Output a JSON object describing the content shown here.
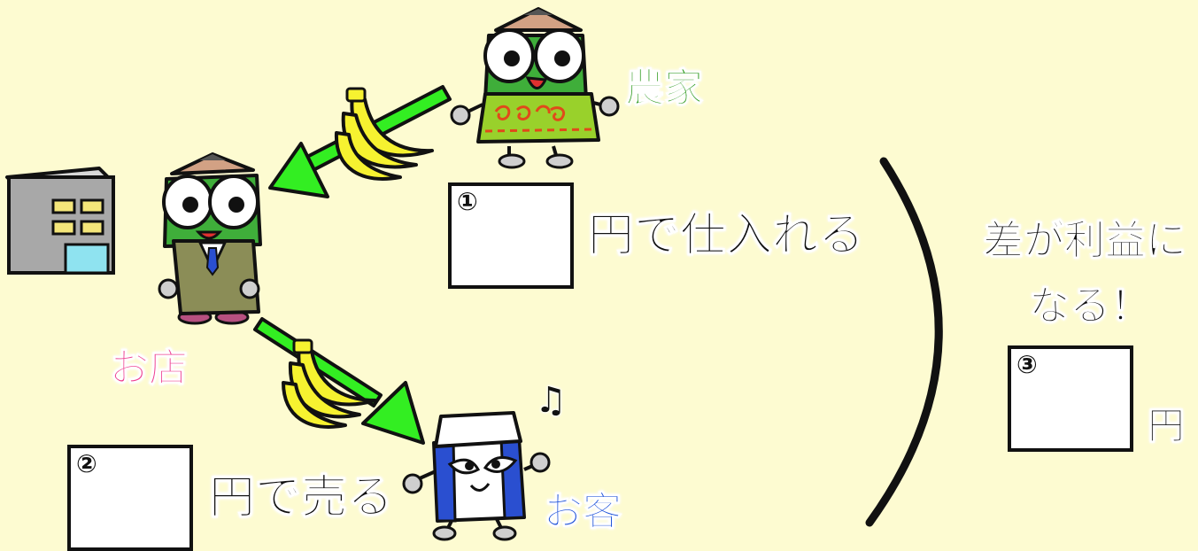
{
  "labels": {
    "farmer": "農家",
    "shop": "お店",
    "customer": "お客"
  },
  "steps": {
    "buy": {
      "number": "①",
      "text": "円で仕入れる"
    },
    "sell": {
      "number": "②",
      "text": "円で売る"
    },
    "profit": {
      "number": "③",
      "unit": "円"
    }
  },
  "profit_note": {
    "line1": "差が利益に",
    "line2": "なる！"
  },
  "music_note": "♫",
  "colors": {
    "background": "#fdfbd1",
    "farmer_label": "#2e9a1e",
    "shop_label": "#ee3d8f",
    "customer_label": "#1a4fd8",
    "arrow": "#33ee22",
    "character_green": "#3fae3a",
    "banana": "#f6f230"
  }
}
